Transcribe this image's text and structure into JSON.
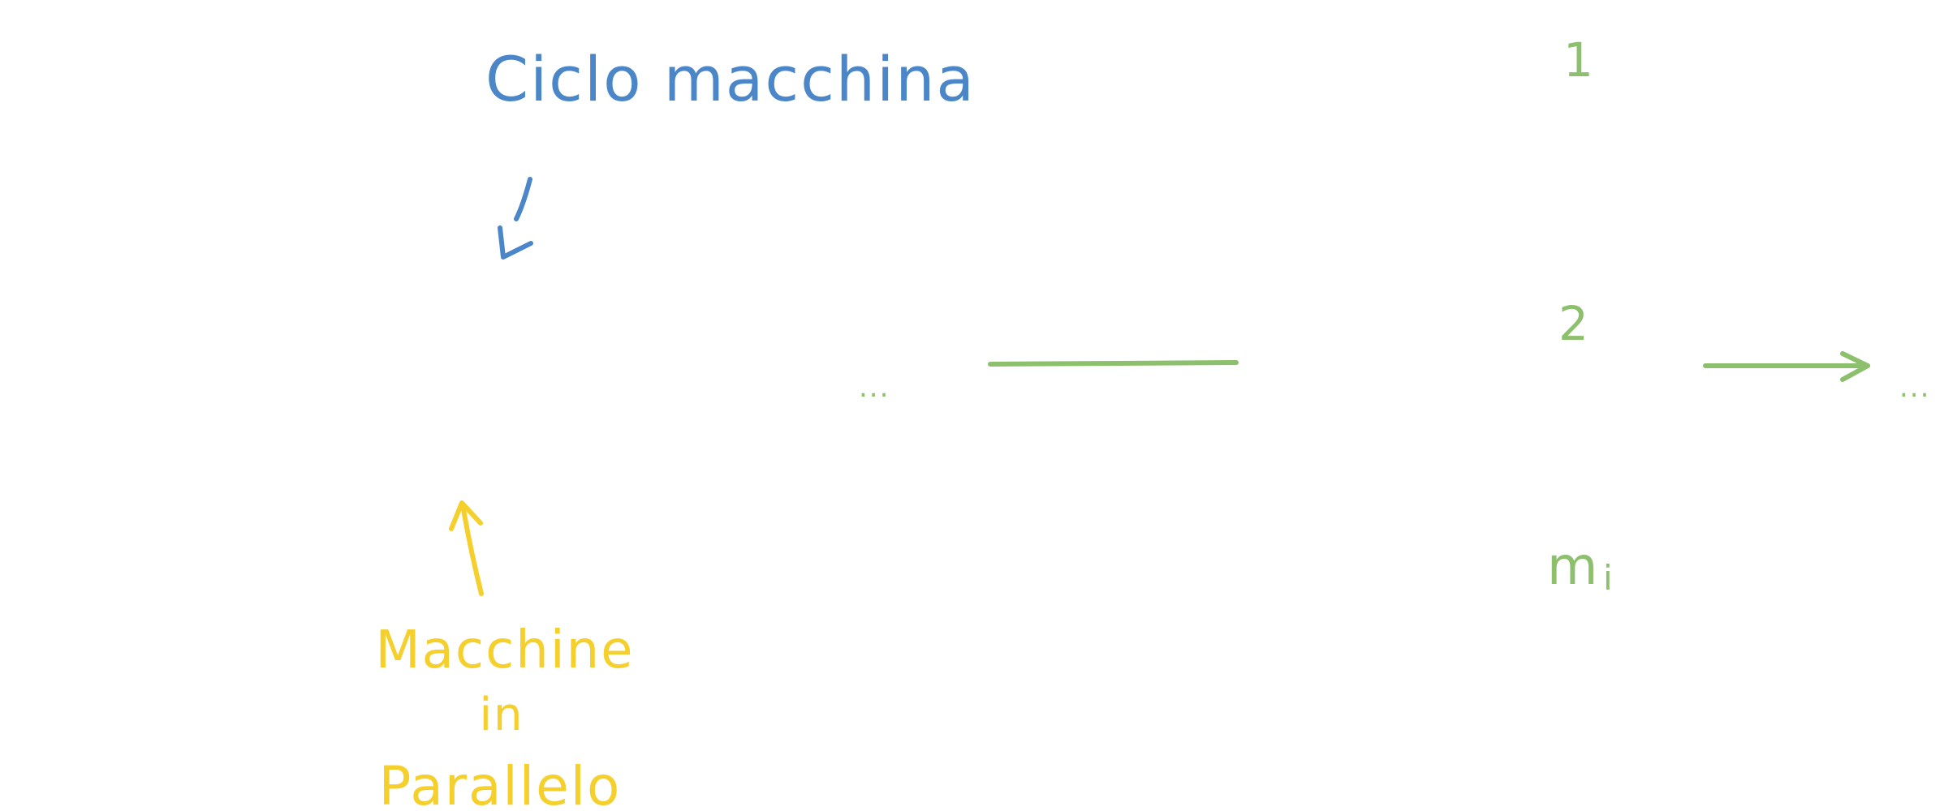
{
  "annotations": {
    "cycle_label": "Ciclo macchina",
    "machines_line1": "Macchine",
    "machines_line2": "in",
    "machines_line3": "Parallelo"
  },
  "machine_stack": {
    "first": "1",
    "second": "2",
    "last": "m",
    "last_subscript": "i",
    "dots_left": "...",
    "dots_right": "..."
  },
  "colors": {
    "annotation_blue": "#4a86c8",
    "annotation_yellow": "#f5cf2b",
    "diagram_green": "#8dc06d"
  }
}
